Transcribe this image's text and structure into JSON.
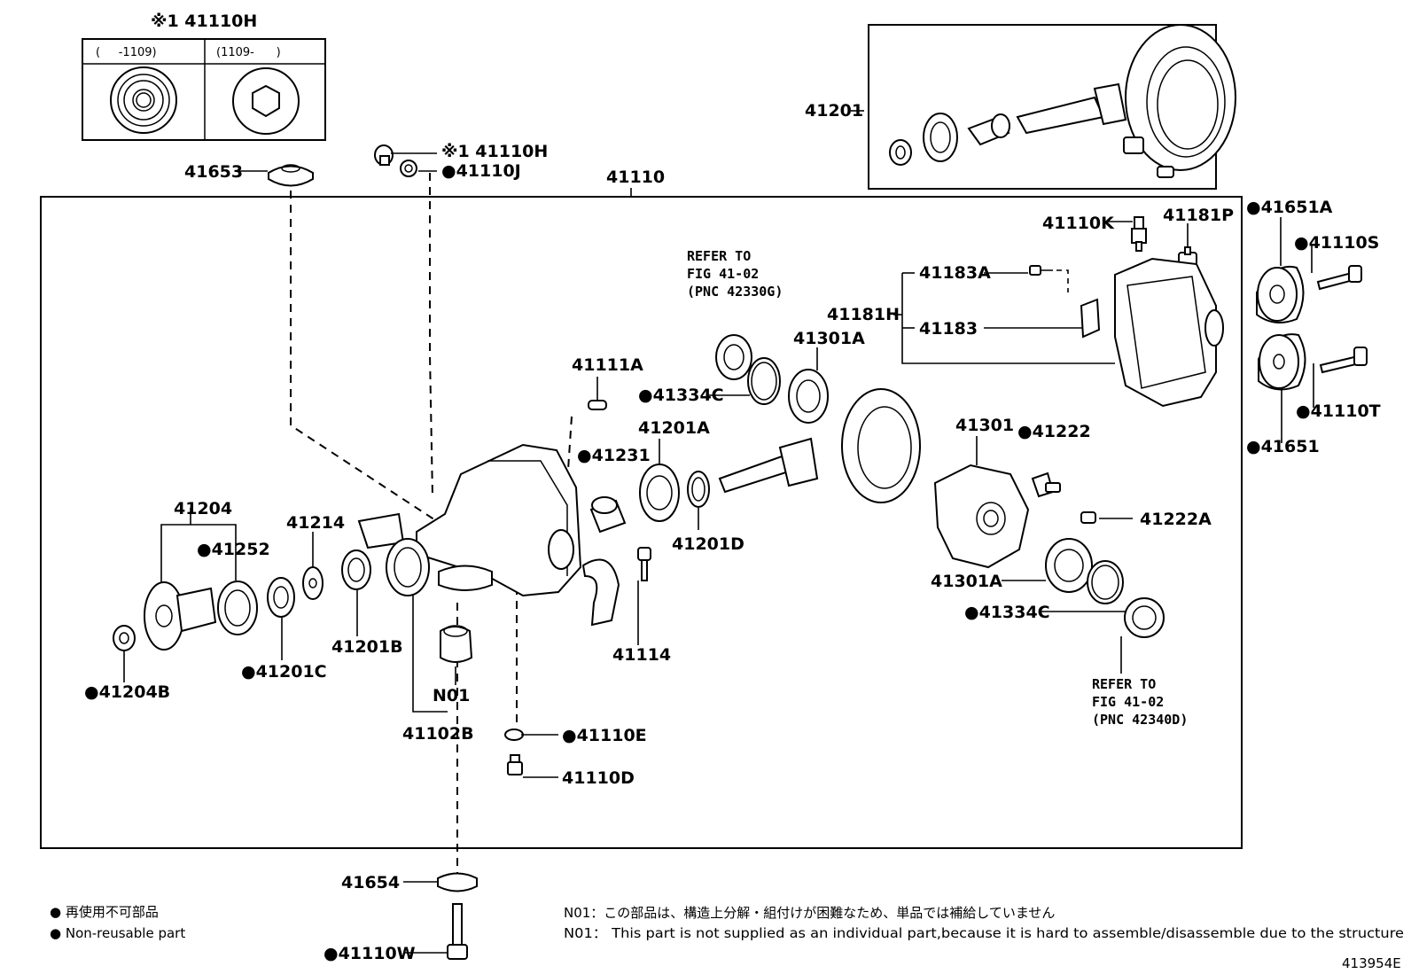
{
  "image_id": "413954E",
  "inset": {
    "title": "※1 41110H",
    "col1": "(     -1109)",
    "col2": "(1109-      )"
  },
  "pn": {
    "p41110H_b": "※1 41110H",
    "p41110J": "●41110J",
    "p41653": "41653",
    "p41110": "41110",
    "p41201": "41201",
    "p41110K": "41110K",
    "p41181P": "41181P",
    "p41651A": "●41651A",
    "p41110S": "●41110S",
    "p41110T": "●41110T",
    "p41651": "●41651",
    "p41183A": "41183A",
    "p41181H": "41181H",
    "p41183": "41183",
    "p41301A_t": "41301A",
    "p41334C_t": "●41334C",
    "p41111A": "41111A",
    "p41231": "●41231",
    "p41201A": "41201A",
    "p41201D": "41201D",
    "p41301": "41301",
    "p41222": "●41222",
    "p41222A": "41222A",
    "p41301A_b": "41301A",
    "p41334C_b": "●41334C",
    "p41204": "41204",
    "p41252": "●41252",
    "p41214": "41214",
    "p41201B": "41201B",
    "p41201C": "●41201C",
    "p41204B": "●41204B",
    "pN01": "N01",
    "p41102B": "41102B",
    "p41114": "41114",
    "p41110E": "●41110E",
    "p41110D": "41110D",
    "p41654": "41654",
    "p41110W": "●41110W"
  },
  "refs": {
    "top_line1": "REFER TO",
    "top_line2": "FIG 41-02",
    "top_line3": "(PNC 42330G)",
    "bottom_line1": "REFER TO",
    "bottom_line2": "FIG 41-02",
    "bottom_line3": "(PNC 42340D)"
  },
  "legend": {
    "jp": "● 再使用不可部品",
    "en": "● Non-reusable part"
  },
  "notes": {
    "jp": "N01：この部品は、構造上分解・組付けが困難なため、単品では補給していません",
    "en": "N01： This part is not supplied as an individual part,because it is hard to assemble/disassemble due to the structure"
  }
}
